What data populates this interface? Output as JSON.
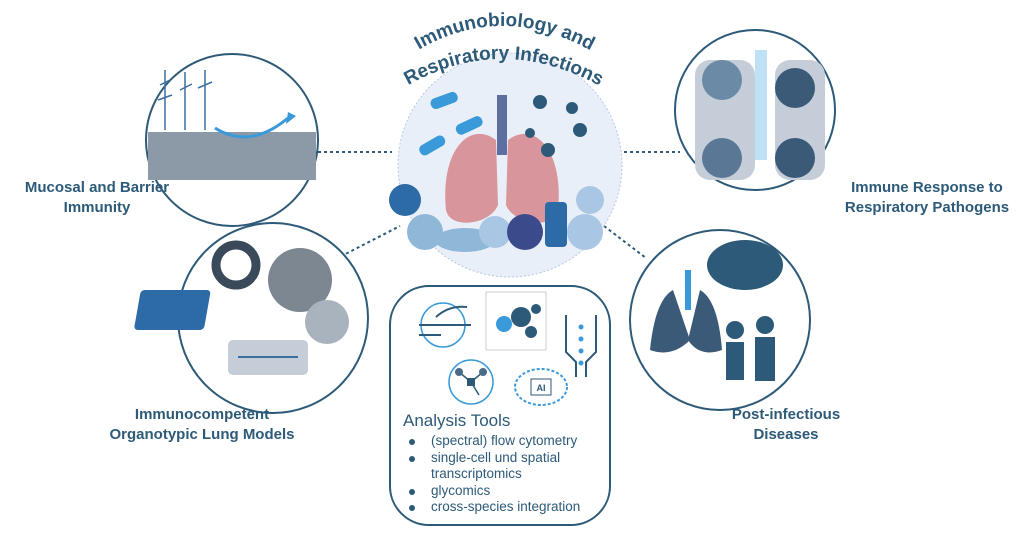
{
  "title": {
    "line1": "Immunobiology and",
    "line2": "Respiratory Infections"
  },
  "topics": {
    "mucosal": {
      "line1": "Mucosal and Barrier",
      "line2": "Immunity"
    },
    "immune_response": {
      "line1": "Immune Response to",
      "line2": "Respiratory Pathogens"
    },
    "organotypic": {
      "line1": "Immunocompetent",
      "line2": "Organotypic Lung Models"
    },
    "post_infectious": {
      "line1": "Post-infectious",
      "line2": "Diseases"
    }
  },
  "analysis": {
    "title": "Analysis Tools",
    "items": [
      "(spectral) flow cytometry",
      "single-cell und spatial transcriptomics",
      "glycomics",
      "cross-species integration"
    ],
    "ai_badge": "AI"
  },
  "colors": {
    "text": "#2c5a78",
    "accent": "#3a9ad9",
    "circle": "#2c5a78",
    "center_fill": "#e9eff9"
  }
}
